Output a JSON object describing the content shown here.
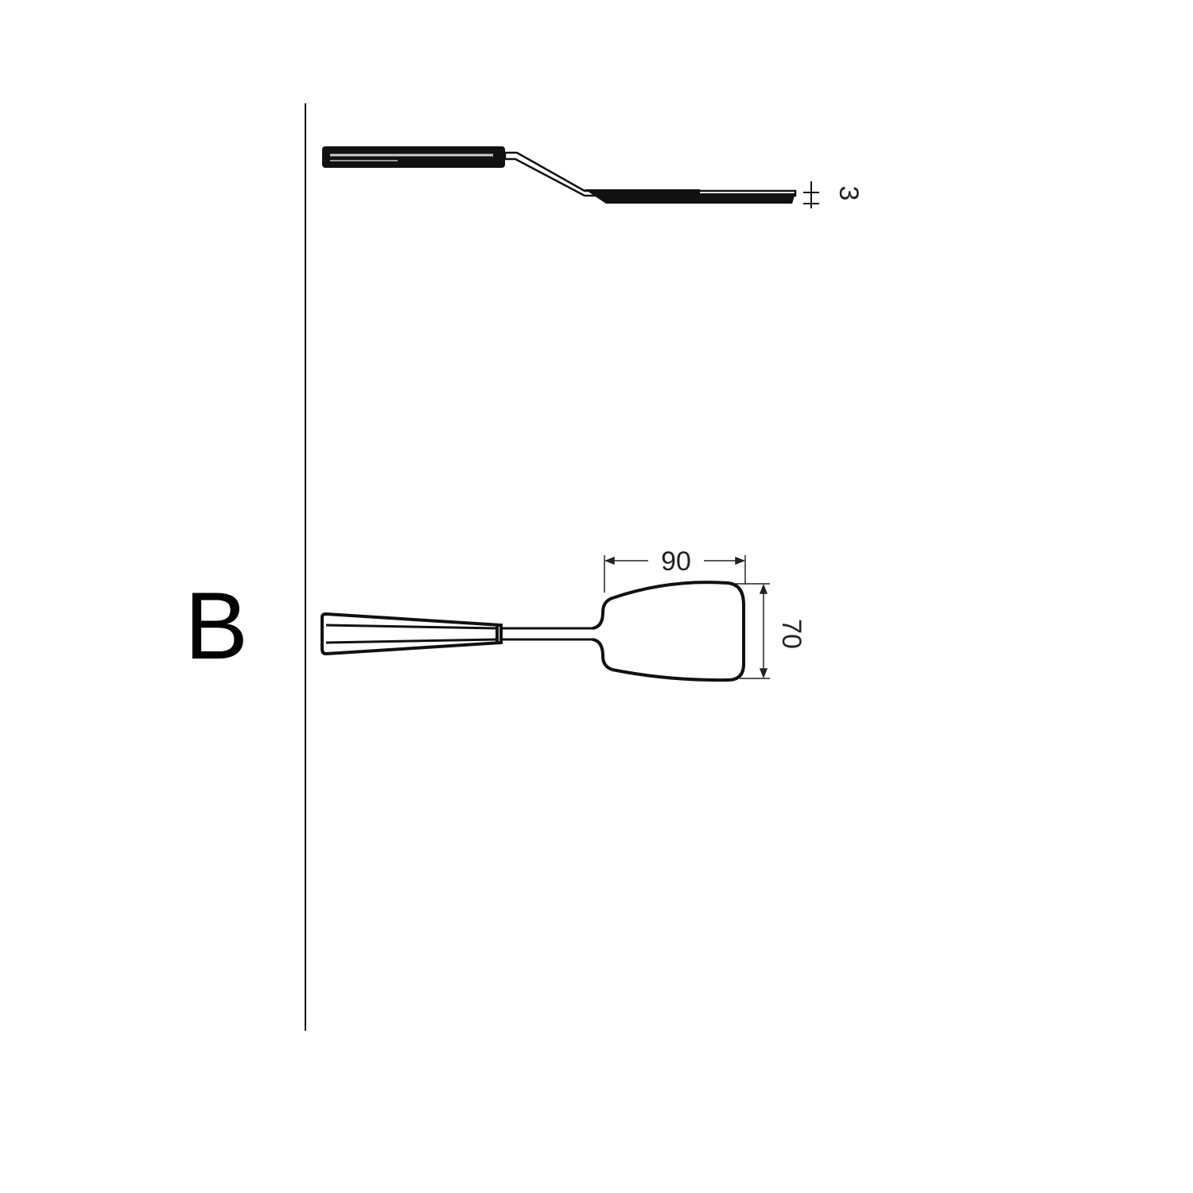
{
  "panel_label": "B",
  "side_view": {
    "thickness_label": "3"
  },
  "top_view": {
    "width_label": "90",
    "height_label": "70"
  },
  "colors": {
    "ink": "#111111",
    "background": "#ffffff"
  }
}
